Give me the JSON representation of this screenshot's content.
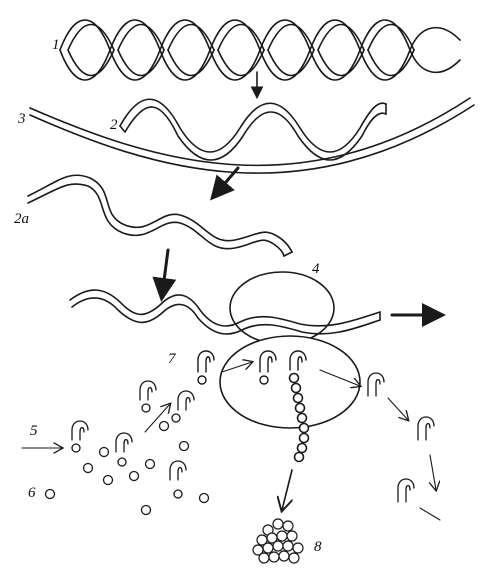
{
  "labels": {
    "l1": "1",
    "l2": "2",
    "l2a": "2a",
    "l3": "3",
    "l4": "4",
    "l5": "5",
    "l6": "6",
    "l7": "7",
    "l8": "8"
  },
  "colors": {
    "stroke": "#1a1a1a",
    "fill": "#ffffff"
  }
}
